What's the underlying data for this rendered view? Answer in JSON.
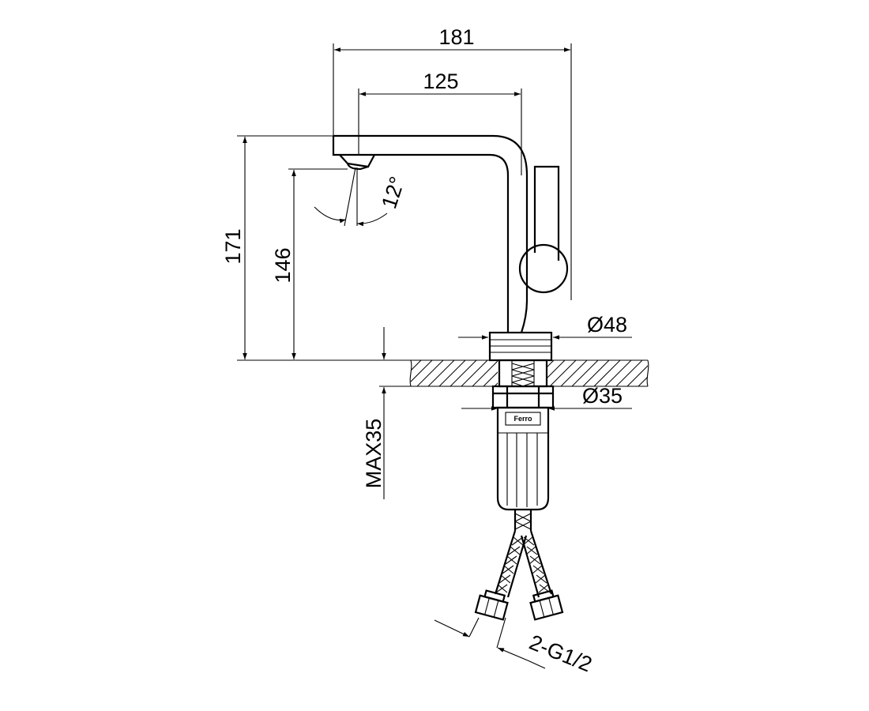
{
  "diagram": {
    "dimensions": {
      "width_total": "181",
      "spout_reach": "125",
      "height_total": "171",
      "spout_height": "146",
      "spout_angle": "12°",
      "base_diameter": "Ø48",
      "shank_diameter": "Ø35",
      "max_counter_thickness": "MAX35",
      "hose_thread": "2-G1/2"
    },
    "brand_mark": "Ferro"
  },
  "colors": {
    "line": "#000000",
    "background": "#ffffff"
  }
}
